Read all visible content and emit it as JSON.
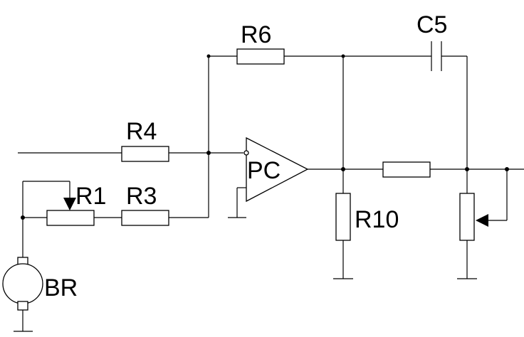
{
  "labels": {
    "r6": "R6",
    "c5": "C5",
    "r4": "R4",
    "r1": "R1",
    "r3": "R3",
    "pc": "PC",
    "r10": "R10",
    "br": "BR"
  }
}
